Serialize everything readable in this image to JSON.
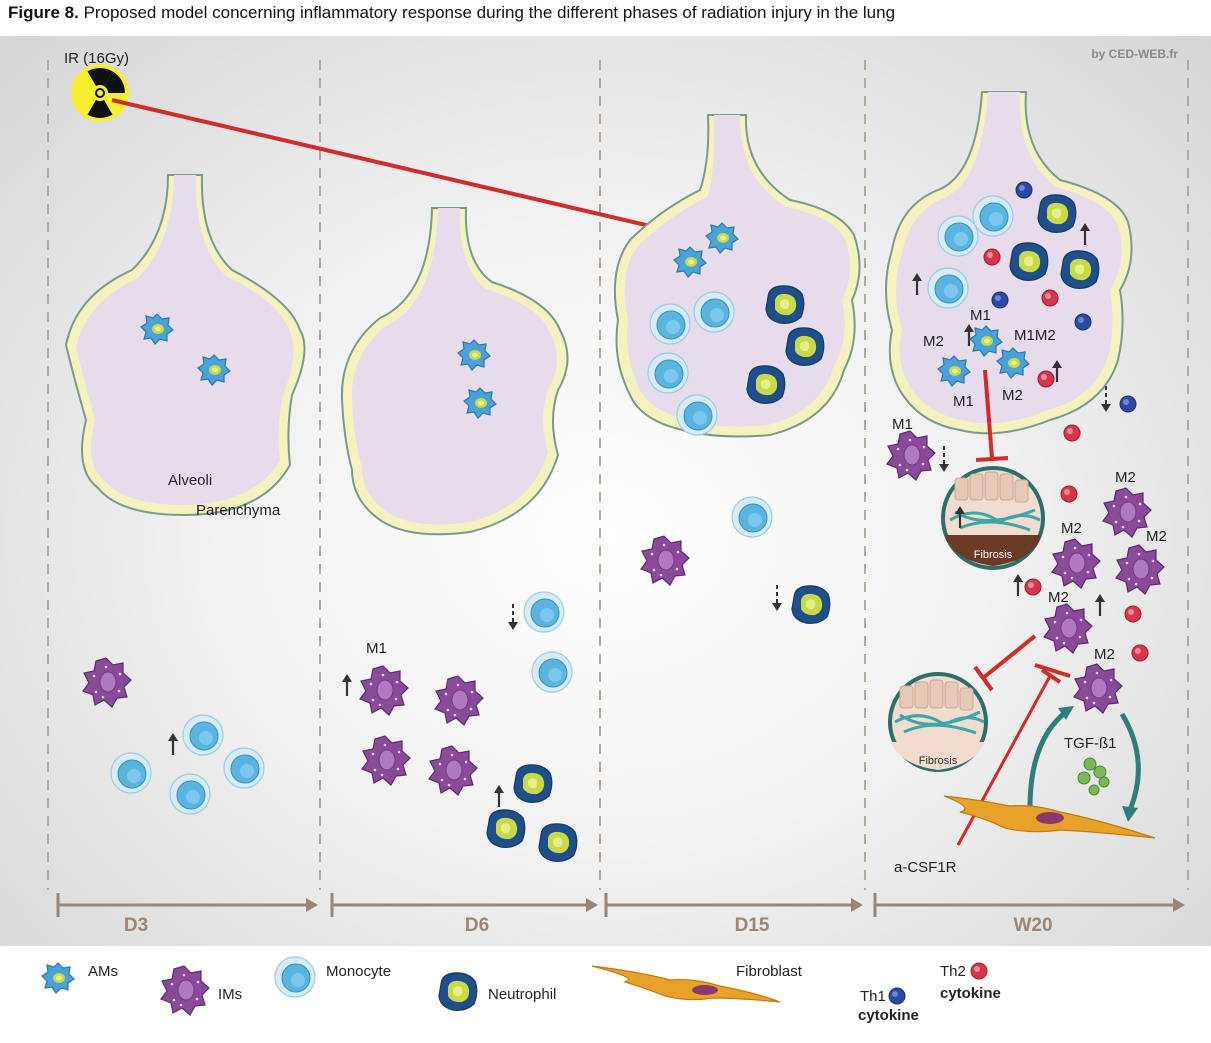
{
  "caption": {
    "label": "Figure 8.",
    "text": "Proposed model concerning inflammatory response during the different phases of radiation injury in the lung"
  },
  "credit": "by CED-WEB.fr",
  "source_label": "IR (16Gy)",
  "structure_labels": {
    "alveoli": "Alveoli",
    "parenchyma": "Parenchyma"
  },
  "phases": [
    "D3",
    "D6",
    "D15",
    "W20"
  ],
  "cell_labels": {
    "m1": "M1",
    "m2": "M2",
    "m1m2": "M1M2"
  },
  "fibrosis_label": "Fibrosis",
  "tgf_label": "TGF-ß1",
  "inhibitor_label": "a-CSF1R",
  "legend": {
    "ams": "AMs",
    "ims": "IMs",
    "monocyte": "Monocyte",
    "neutrophil": "Neutrophil",
    "fibroblast": "Fibroblast",
    "th1_line1": "Th1",
    "th1_line2": "cytokine",
    "th2_line1": "Th2",
    "th2_line2": "cytokine"
  },
  "colors": {
    "am": "#4aa3d8",
    "im": "#8a4a9a",
    "monocyte": "#5ab4e0",
    "neutrophil": "#1e4f8a",
    "nucleus_green": "#c8d94a",
    "th1": "#2d4aa0",
    "th2": "#d8344a",
    "inhibition": "#d42a2a",
    "fibroblast": "#e8a22a",
    "alveolus": "#e6dcec",
    "teal_arrow": "#2e7e7a"
  }
}
